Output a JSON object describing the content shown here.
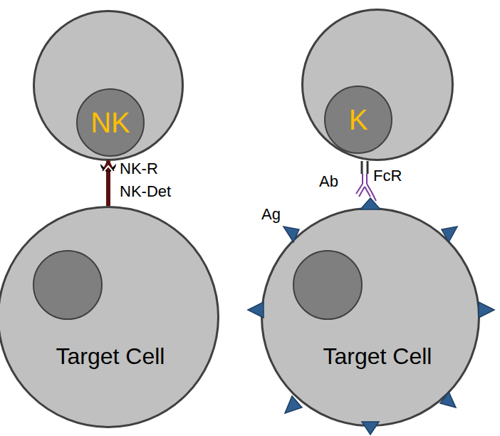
{
  "diagram": {
    "nodes": [
      {
        "text": [
          "NK"
        ]
      },
      {
        "text": [
          "Target Cell"
        ]
      },
      {
        "text": [
          "K"
        ]
      },
      {
        "text": [
          "Target Cell"
        ]
      }
    ],
    "edges": [
      {
        "from": 1,
        "to": 0,
        "arrow": "to"
      }
    ],
    "labels": [
      "NK-R",
      "NK-Det",
      "Ag",
      "Ab",
      "FcR"
    ]
  }
}
